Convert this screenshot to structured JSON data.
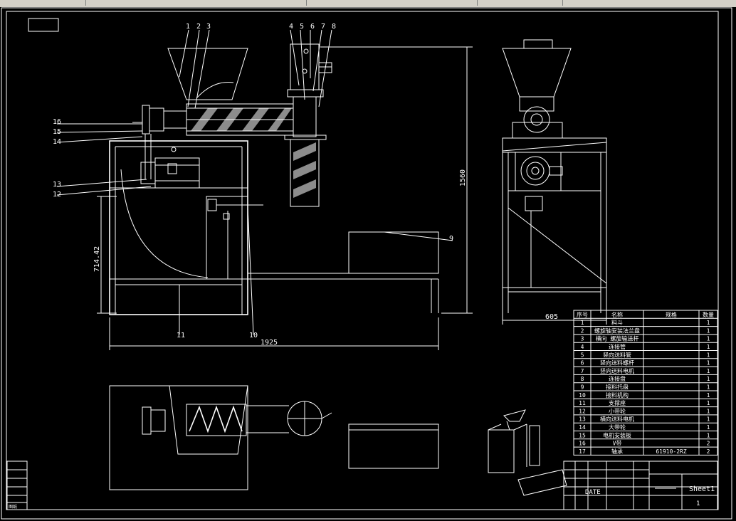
{
  "dimensions": {
    "total_height": "1560",
    "frame_height": "714.42",
    "total_length": "1925",
    "side_width": "605"
  },
  "part_callouts": [
    "1",
    "2",
    "3",
    "4",
    "5",
    "6",
    "7",
    "8",
    "9",
    "10",
    "11",
    "12",
    "13",
    "14",
    "15",
    "16"
  ],
  "bom": {
    "headers": [
      "序号",
      "名称",
      "规格",
      "数量"
    ],
    "rows": [
      {
        "no": "1",
        "name": "料斗",
        "spec": "",
        "qty": "1"
      },
      {
        "no": "2",
        "name": "螺旋轴安装法兰盘",
        "spec": "",
        "qty": "1"
      },
      {
        "no": "3",
        "name": "横向 螺旋输送杆",
        "spec": "",
        "qty": "1"
      },
      {
        "no": "4",
        "name": "连接管",
        "spec": "",
        "qty": "1"
      },
      {
        "no": "5",
        "name": "竖向送料管",
        "spec": "",
        "qty": "1"
      },
      {
        "no": "6",
        "name": "竖向送料螺杆",
        "spec": "",
        "qty": "1"
      },
      {
        "no": "7",
        "name": "竖向送料电机",
        "spec": "",
        "qty": "1"
      },
      {
        "no": "8",
        "name": "连接盘",
        "spec": "",
        "qty": "1"
      },
      {
        "no": "9",
        "name": "接料托盘",
        "spec": "",
        "qty": "1"
      },
      {
        "no": "10",
        "name": "接料机构",
        "spec": "",
        "qty": "1"
      },
      {
        "no": "11",
        "name": "支撑座",
        "spec": "",
        "qty": "1"
      },
      {
        "no": "12",
        "name": "小带轮",
        "spec": "",
        "qty": "1"
      },
      {
        "no": "13",
        "name": "横向送料电机",
        "spec": "",
        "qty": "1"
      },
      {
        "no": "14",
        "name": "大带轮",
        "spec": "",
        "qty": "1"
      },
      {
        "no": "15",
        "name": "电机安装板",
        "spec": "",
        "qty": "1"
      },
      {
        "no": "16",
        "name": "V带",
        "spec": "",
        "qty": "2"
      },
      {
        "no": "17",
        "name": "轴承",
        "spec": "61910-2RZ",
        "qty": "2"
      }
    ]
  },
  "title_block": {
    "date_label": "DATE",
    "sheet_name": "Sheet1",
    "sheet_no": "1"
  },
  "left_block_label": "图纸"
}
